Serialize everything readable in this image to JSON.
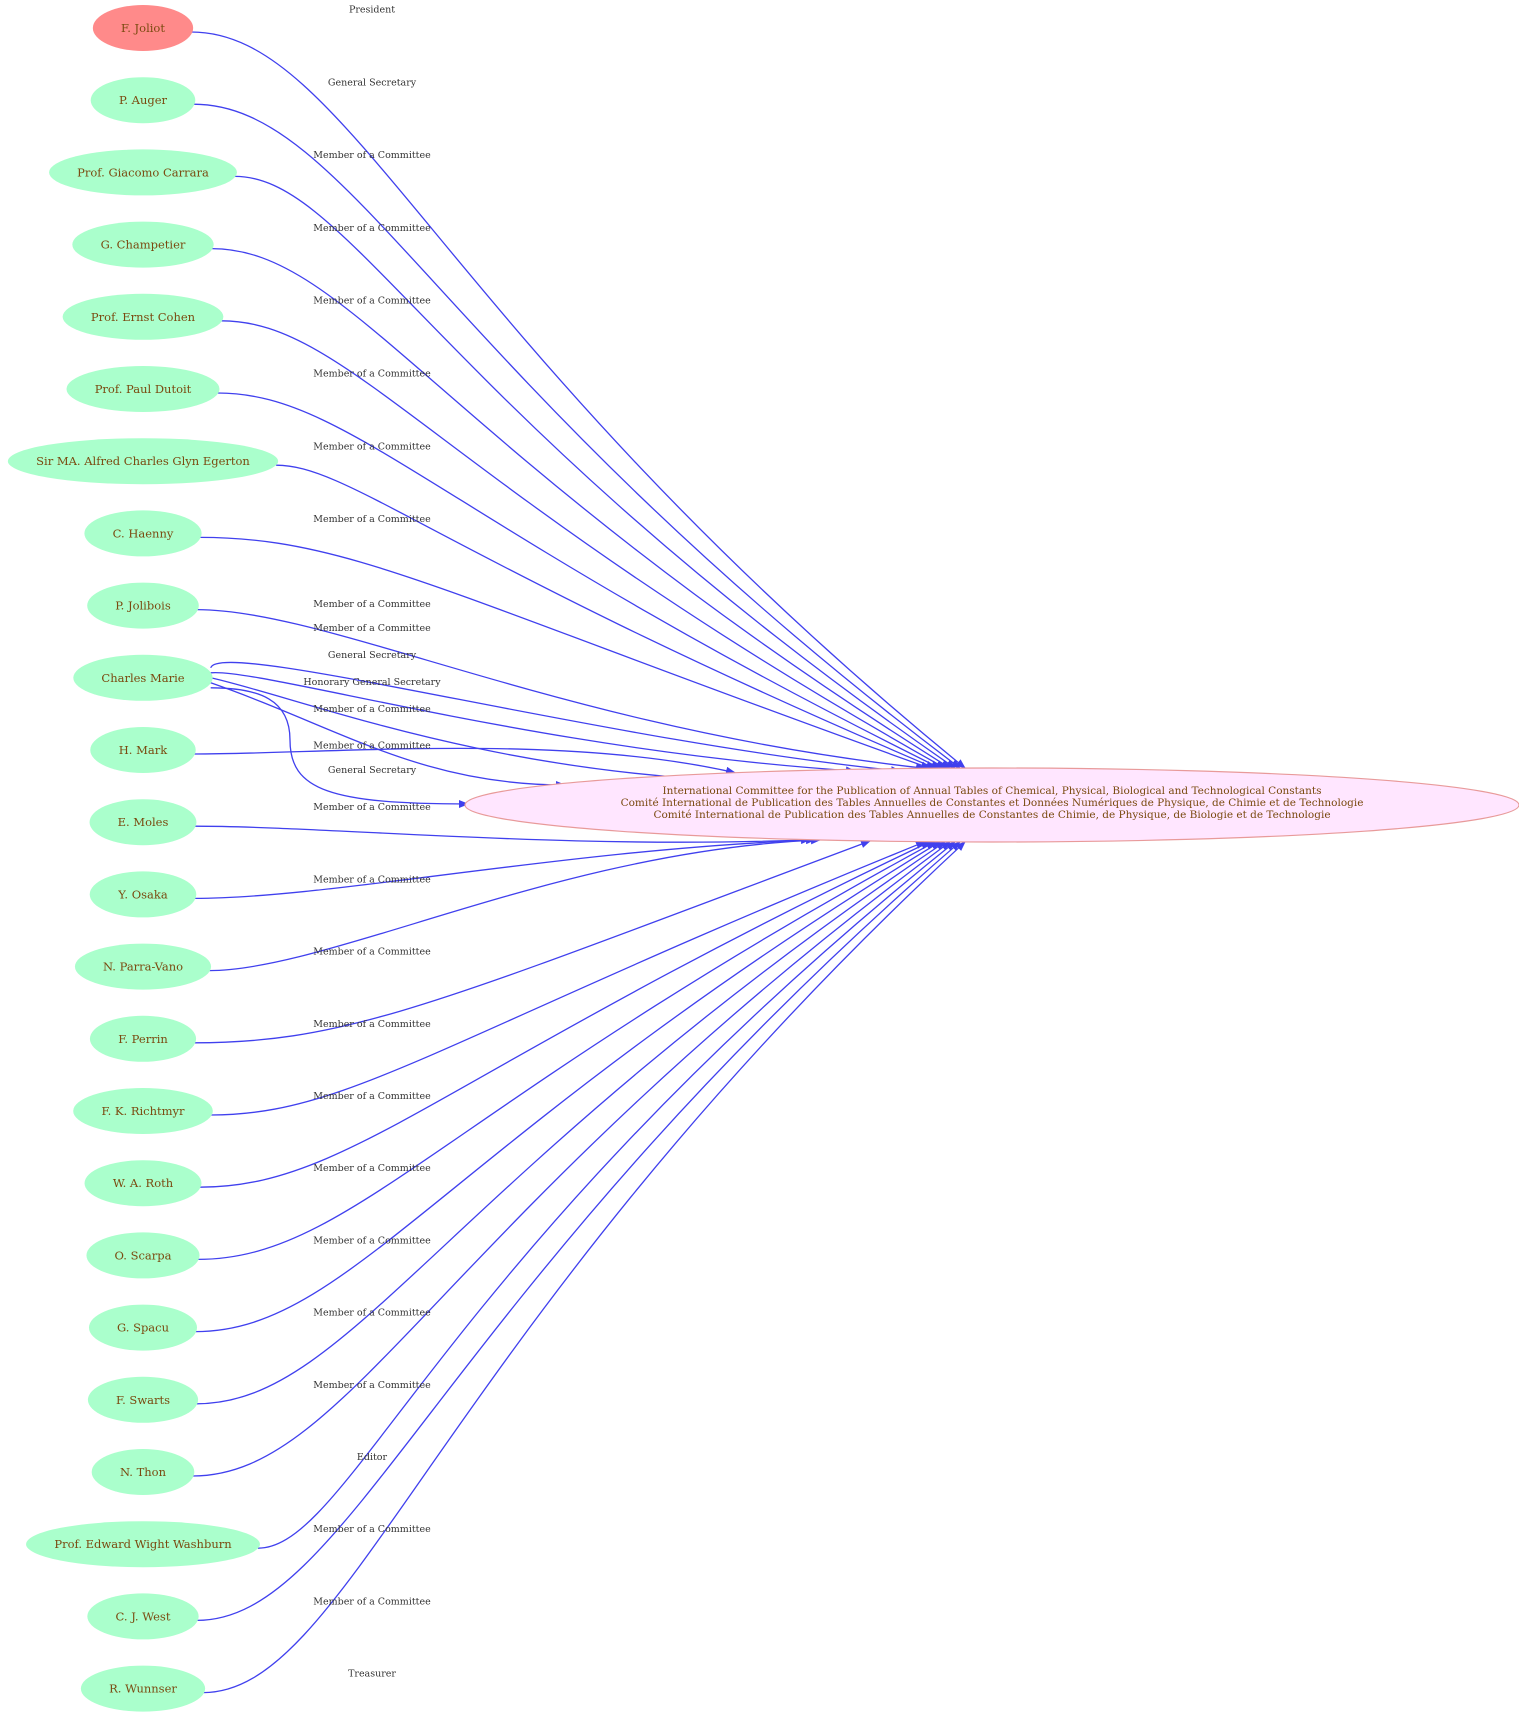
{
  "colors": {
    "edge": "#4040ee",
    "person_fill": "#aaffcc",
    "president_fill": "#ff8a8a",
    "org_fill": "#ffe6ff",
    "org_stroke": "#e89a9a",
    "label_text": "#7a4a10",
    "edge_label_text": "#333333"
  },
  "organization": {
    "lines": [
      "International Committee for the Publication of Annual Tables of  Chemical, Physical, Biological and Technological Constants",
      "Comité International de Publication des Tables Annuelles de Constantes et Données Numériques de Physique, de Chimie et de Technologie",
      "Comité International de Publication des Tables Annuelles de Constantes de Chimie, de Physique, de Biologie et de Technologie"
    ]
  },
  "people": [
    {
      "name": "F. Joliot",
      "president": true
    },
    {
      "name": "P. Auger"
    },
    {
      "name": "Prof. Giacomo Carrara"
    },
    {
      "name": "G. Champetier"
    },
    {
      "name": "Prof. Ernst Cohen"
    },
    {
      "name": "Prof. Paul Dutoit"
    },
    {
      "name": "Sir MA. Alfred Charles Glyn Egerton"
    },
    {
      "name": "C. Haenny"
    },
    {
      "name": "P. Jolibois"
    },
    {
      "name": "Charles Marie"
    },
    {
      "name": "H. Mark"
    },
    {
      "name": "E. Moles"
    },
    {
      "name": "Y. Osaka"
    },
    {
      "name": "N. Parra-Vano"
    },
    {
      "name": "F. Perrin"
    },
    {
      "name": "F. K. Richtmyr"
    },
    {
      "name": "W. A. Roth"
    },
    {
      "name": "O. Scarpa"
    },
    {
      "name": "G. Spacu"
    },
    {
      "name": "F. Swarts"
    },
    {
      "name": "N. Thon"
    },
    {
      "name": "Prof. Edward Wight Washburn"
    },
    {
      "name": "C. J. West"
    },
    {
      "name": "R. Wunnser"
    }
  ],
  "edges": [
    {
      "from": "F. Joliot",
      "role": "President"
    },
    {
      "from": "P. Auger",
      "role": "General Secretary"
    },
    {
      "from": "Prof. Giacomo Carrara",
      "role": "Member of a Committee"
    },
    {
      "from": "G. Champetier",
      "role": "Member of a Committee"
    },
    {
      "from": "Prof. Ernst Cohen",
      "role": "Member of a Committee"
    },
    {
      "from": "Prof. Paul Dutoit",
      "role": "Member of a Committee"
    },
    {
      "from": "Sir MA. Alfred Charles Glyn Egerton",
      "role": "Member of a Committee"
    },
    {
      "from": "C. Haenny",
      "role": "Member of a Committee"
    },
    {
      "from": "P. Jolibois",
      "role": "Member of a Committee"
    },
    {
      "from": "Charles Marie",
      "role": "Member of a Committee"
    },
    {
      "from": "Charles Marie",
      "role": "General Secretary"
    },
    {
      "from": "Charles Marie",
      "role": "Honorary General Secretary"
    },
    {
      "from": "Charles Marie",
      "role": "Member of a Committee"
    },
    {
      "from": "Charles Marie",
      "role": "General Secretary"
    },
    {
      "from": "H. Mark",
      "role": "Member of a Committee"
    },
    {
      "from": "E. Moles",
      "role": "Member of a Committee"
    },
    {
      "from": "Y. Osaka",
      "role": "Member of a Committee"
    },
    {
      "from": "N. Parra-Vano",
      "role": "Member of a Committee"
    },
    {
      "from": "F. Perrin",
      "role": "Member of a Committee"
    },
    {
      "from": "F. K. Richtmyr",
      "role": "Member of a Committee"
    },
    {
      "from": "W. A. Roth",
      "role": "Member of a Committee"
    },
    {
      "from": "O. Scarpa",
      "role": "Member of a Committee"
    },
    {
      "from": "G. Spacu",
      "role": "Member of a Committee"
    },
    {
      "from": "F. Swarts",
      "role": "Member of a Committee"
    },
    {
      "from": "N. Thon",
      "role": "Editor"
    },
    {
      "from": "Prof. Edward Wight Washburn",
      "role": "Member of a Committee"
    },
    {
      "from": "C. J. West",
      "role": "Member of a Committee"
    },
    {
      "from": "R. Wunnser",
      "role": "Treasurer"
    }
  ]
}
